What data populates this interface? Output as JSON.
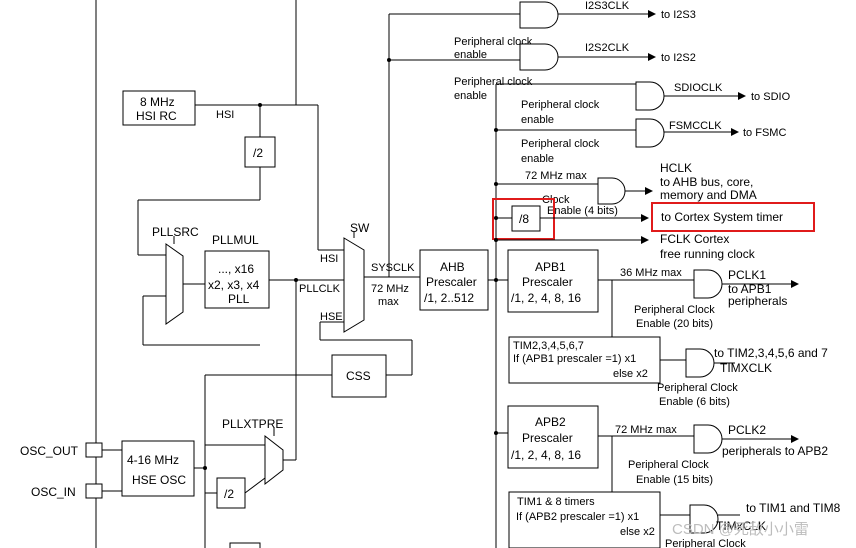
{
  "clock_tree": {
    "i2s3clk": "I2S3CLK",
    "to_i2s3": "to I2S3",
    "i2s2clk": "I2S2CLK",
    "to_i2s2": "to I2S2",
    "periph_clock": "Peripheral clock",
    "enable": "enable",
    "sdioclk": "SDIOCLK",
    "to_sdio": "to SDIO",
    "fsmcclk": "FSMCCLK",
    "to_fsmc": "to FSMC",
    "hsi_rc_1": "8 MHz",
    "hsi_rc_2": "HSI RC",
    "hsi": "HSI",
    "div2": "/2",
    "max72": "72 MHz max",
    "hclk": "HCLK",
    "hclk_dest_1": "to AHB bus, core,",
    "hclk_dest_2": "memory and DMA",
    "clock_enable_1": "Clock",
    "clock_enable_2": "Enable (4 bits)",
    "div8": "/8",
    "to_cortex_timer": "to Cortex System timer",
    "fclk_1": "FCLK Cortex",
    "fclk_2": "free running clock",
    "pllsrc": "PLLSRC",
    "pllmul": "PLLMUL",
    "pll_1": "..., x16",
    "pll_2": "x2, x3, x4",
    "pll_3": "PLL",
    "sw": "SW",
    "hsi_sw": "HSI",
    "pllclk": "PLLCLK",
    "hse": "HSE",
    "sysclk": "SYSCLK",
    "sys_72": "72 MHz",
    "max": "max",
    "ahb_1": "AHB",
    "ahb_2": "Prescaler",
    "ahb_3": "/1, 2..512",
    "apb1_1": "APB1",
    "apb_prescaler": "Prescaler",
    "apb_div": "/1, 2, 4, 8, 16",
    "apb1_max": "36 MHz max",
    "pclk1": "PCLK1",
    "to_apb1_1": "to APB1",
    "to_apb1_2": "peripherals",
    "periph_Clock": "Peripheral Clock",
    "enable_20": "Enable (20 bits)",
    "tim2_1": "TIM2,3,4,5,6,7",
    "tim2_2": "If (APB1 prescaler =1) x1",
    "else_x2": "else  x2",
    "to_tim2": "to TIM2,3,4,5,6 and 7",
    "timxclk": "TIMXCLK",
    "enable_6": "Enable (6 bits)",
    "css": "CSS",
    "pllxtpre": "PLLXTPRE",
    "osc_out": "OSC_OUT",
    "osc_in": "OSC_IN",
    "hse_osc_1": "4-16 MHz",
    "hse_osc_2": "HSE OSC",
    "apb2_1": "APB2",
    "apb2_max": "72 MHz max",
    "pclk2": "PCLK2",
    "to_apb2": "peripherals to APB2",
    "periph_Clock_2": "Peripheral Clock",
    "enable_15": "Enable (15 bits)",
    "tim1_1": "TIM1 & 8 timers",
    "tim1_2": "If (APB2 prescaler =1) x1",
    "else_x2_b": "else  x2",
    "to_tim1": "to TIM1 and TIM8",
    "tim1_out": "TIMxCLK",
    "periph_Clock_3": "Peripheral Clock",
    "watermark": "CSDN @死敌小小雷"
  },
  "highlight_color": "#e01b1b"
}
